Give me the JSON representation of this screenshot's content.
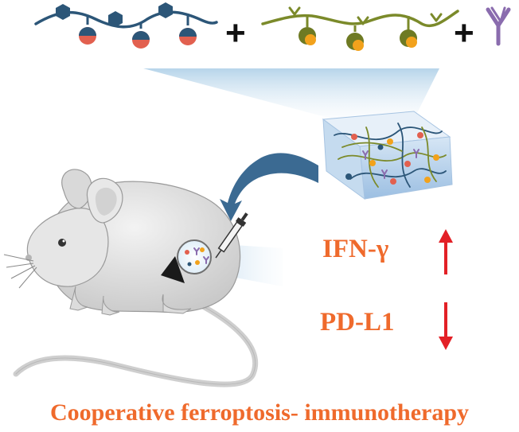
{
  "labels": {
    "ifn": "IFN-γ",
    "pdl1": "PD-L1",
    "caption": "Cooperative ferroptosis- immunotherapy"
  },
  "operators": {
    "plus_1": "+",
    "plus_2": "+"
  },
  "colors": {
    "label_orange": "#ef6a2c",
    "arrow_red": "#e32026",
    "polymer_blue": "#2c5678",
    "polymer_olive": "#7b8a2a",
    "antibody_purple": "#8a6cae",
    "pellet_red": "#e2604f",
    "pellet_orange": "#f2a21c",
    "pellet_olive": "#6e7a23",
    "hydrogel_blue": "#bcd2ea",
    "beam_blue": "#7fb2d4",
    "mouse_gray": "#dcdcdc"
  },
  "arrows": {
    "ifn_direction": "up",
    "pdl1_direction": "down"
  },
  "icons": [
    "polymer-chain-1-icon",
    "polymer-chain-2-icon",
    "antibody-icon",
    "hydrogel-cube-icon",
    "injection-arrow-icon",
    "syringe-icon",
    "mouse-icon",
    "tumor-icon",
    "up-arrow-icon",
    "down-arrow-icon"
  ]
}
